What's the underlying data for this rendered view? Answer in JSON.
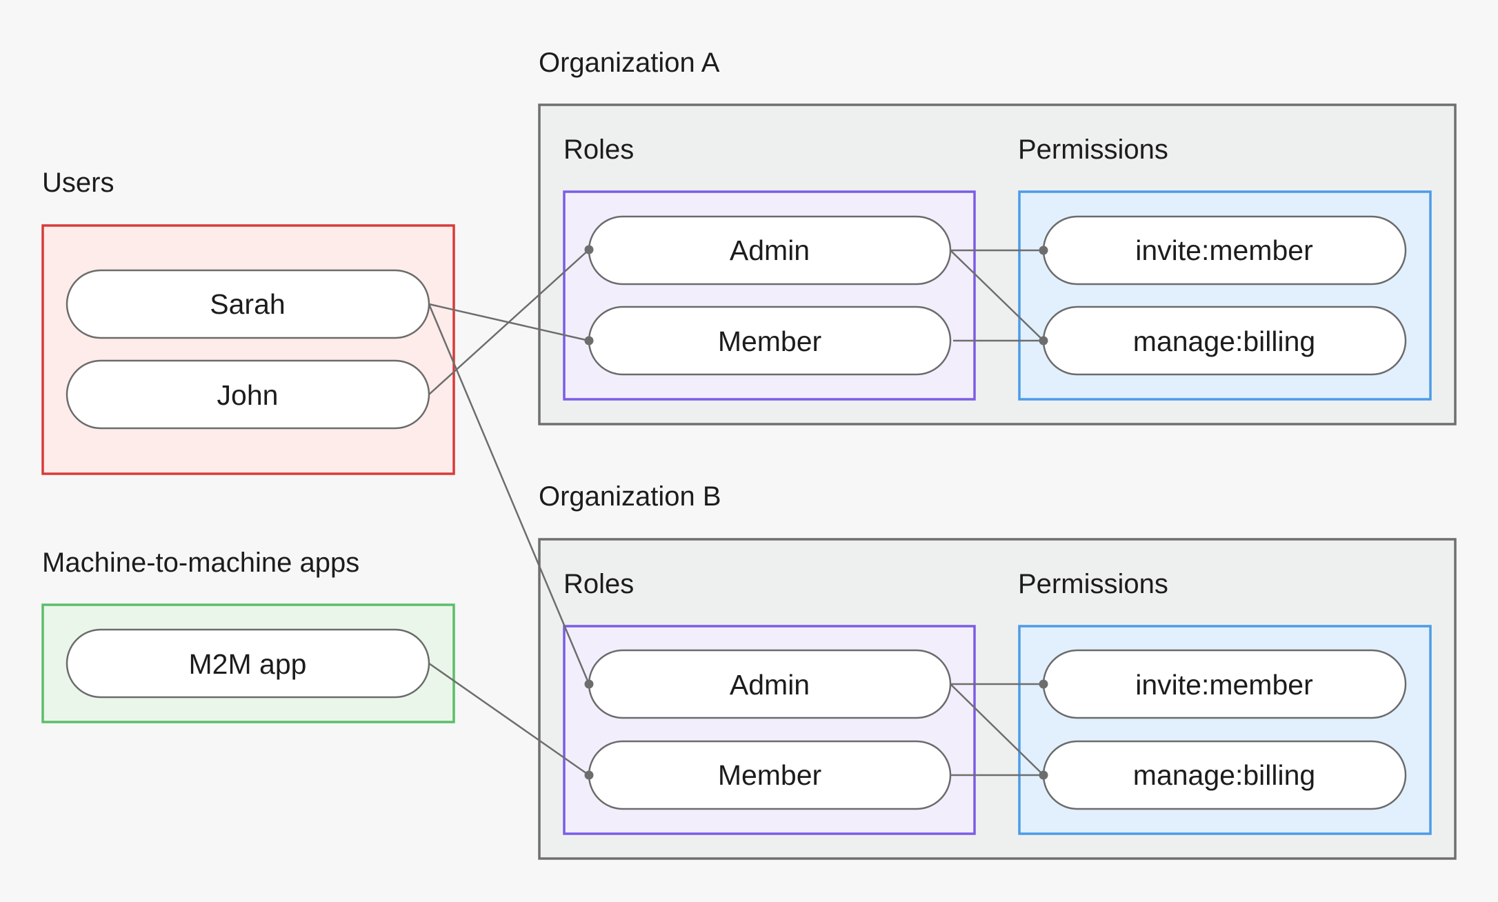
{
  "users": {
    "title": "Users",
    "items": [
      "Sarah",
      "John"
    ],
    "border_color": "#d93a3a",
    "fill_color": "#fdecea"
  },
  "m2m": {
    "title": "Machine-to-machine apps",
    "items": [
      "M2M app"
    ],
    "border_color": "#5cbd6a",
    "fill_color": "#eaf6ea"
  },
  "organizations": [
    {
      "title": "Organization A",
      "roles_title": "Roles",
      "permissions_title": "Permissions",
      "roles": [
        "Admin",
        "Member"
      ],
      "permissions": [
        "invite:member",
        "manage:billing"
      ]
    },
    {
      "title": "Organization B",
      "roles_title": "Roles",
      "permissions_title": "Permissions",
      "roles": [
        "Admin",
        "Member"
      ],
      "permissions": [
        "invite:member",
        "manage:billing"
      ]
    }
  ],
  "colors": {
    "organization_border": "#6f6f6f",
    "organization_fill": "#eef0ef",
    "roles_border": "#7b5ce6",
    "roles_fill": "#f3eefc",
    "permissions_border": "#4c9be8",
    "permissions_fill": "#e1f0fc",
    "connector": "#6d6d6d"
  },
  "connections": [
    {
      "from": "Sarah",
      "to": "Organization A / Member"
    },
    {
      "from": "Sarah",
      "to": "Organization B / Admin"
    },
    {
      "from": "John",
      "to": "Organization A / Admin"
    },
    {
      "from": "M2M app",
      "to": "Organization B / Member"
    },
    {
      "from": "Organization A / Admin",
      "to": "Organization A / invite:member"
    },
    {
      "from": "Organization A / Admin",
      "to": "Organization A / manage:billing"
    },
    {
      "from": "Organization A / Member",
      "to": "Organization A / manage:billing"
    },
    {
      "from": "Organization B / Admin",
      "to": "Organization B / invite:member"
    },
    {
      "from": "Organization B / Admin",
      "to": "Organization B / manage:billing"
    },
    {
      "from": "Organization B / Member",
      "to": "Organization B / manage:billing"
    }
  ]
}
